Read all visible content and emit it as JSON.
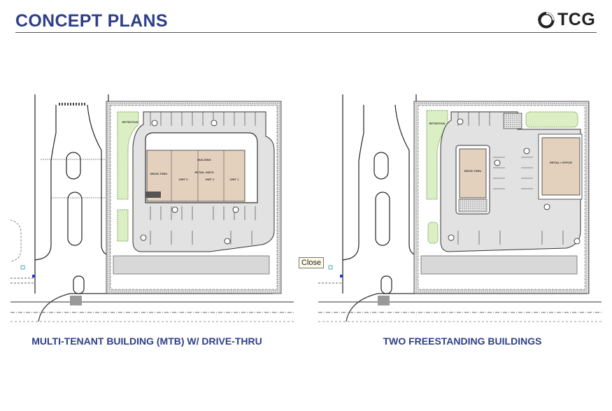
{
  "header": {
    "title": "CONCEPT PLANS",
    "logo_text": "TCG",
    "accent_color": "#2f3f88"
  },
  "plans": [
    {
      "caption": "MULTI-TENANT BUILDING (MTB) W/ DRIVE-THRU",
      "labels": {
        "retention": "RETENTION",
        "building": "BUILDING",
        "retail_units": "RETAIL UNITS",
        "drive_thru": "DRIVE-THRU",
        "unit_1": "UNIT 1",
        "unit_2": "UNIT 2",
        "unit_3": "UNIT 3"
      }
    },
    {
      "caption": "TWO FREESTANDING BUILDINGS",
      "labels": {
        "retention": "RETENTION",
        "drive_thru": "DRIVE-THRU",
        "retail_office": "RETAIL / OFFICE"
      }
    }
  ],
  "tooltip": {
    "text": "Close"
  }
}
